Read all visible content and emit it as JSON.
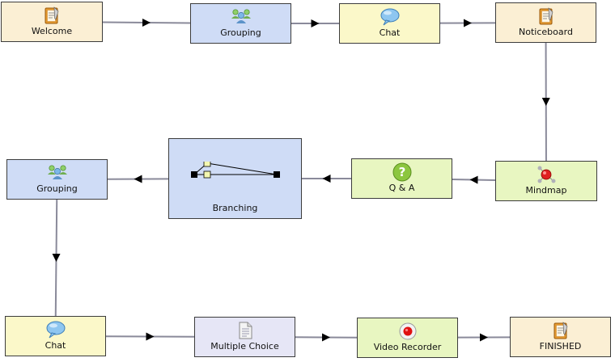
{
  "colors": {
    "info": "#fbefd4",
    "grouping": "#cfdcf6",
    "chat": "#fbf8c9",
    "assessment": "#e8f6c1",
    "authoring": "#e6e6f6",
    "border": "#3c3c3c",
    "wire": "#8a8a9a"
  },
  "activities": [
    {
      "id": "welcome",
      "label": "Welcome",
      "icon": "notebook-icon",
      "category": "info"
    },
    {
      "id": "grouping1",
      "label": "Grouping",
      "icon": "people-group-icon",
      "category": "grouping"
    },
    {
      "id": "chat1",
      "label": "Chat",
      "icon": "speech-bubble-icon",
      "category": "chat"
    },
    {
      "id": "noticeboard",
      "label": "Noticeboard",
      "icon": "notebook-icon",
      "category": "info"
    },
    {
      "id": "mindmap",
      "label": "Mindmap",
      "icon": "mindmap-icon",
      "category": "assessment"
    },
    {
      "id": "qa",
      "label": "Q & A",
      "icon": "question-icon",
      "category": "assessment"
    },
    {
      "id": "branching",
      "label": "Branching",
      "icon": "branching-icon",
      "category": "grouping"
    },
    {
      "id": "grouping2",
      "label": "Grouping",
      "icon": "people-group-icon",
      "category": "grouping"
    },
    {
      "id": "chat2",
      "label": "Chat",
      "icon": "speech-bubble-icon",
      "category": "chat"
    },
    {
      "id": "multiple_choice",
      "label": "Multiple Choice",
      "icon": "document-icon",
      "category": "authoring"
    },
    {
      "id": "video_recorder",
      "label": "Video Recorder",
      "icon": "record-icon",
      "category": "assessment"
    },
    {
      "id": "finished",
      "label": "FINISHED",
      "icon": "notebook-icon",
      "category": "info"
    }
  ],
  "transitions": [
    [
      "welcome",
      "grouping1"
    ],
    [
      "grouping1",
      "chat1"
    ],
    [
      "chat1",
      "noticeboard"
    ],
    [
      "noticeboard",
      "mindmap"
    ],
    [
      "mindmap",
      "qa"
    ],
    [
      "qa",
      "branching"
    ],
    [
      "branching",
      "grouping2"
    ],
    [
      "grouping2",
      "chat2"
    ],
    [
      "chat2",
      "multiple_choice"
    ],
    [
      "multiple_choice",
      "video_recorder"
    ],
    [
      "video_recorder",
      "finished"
    ]
  ]
}
